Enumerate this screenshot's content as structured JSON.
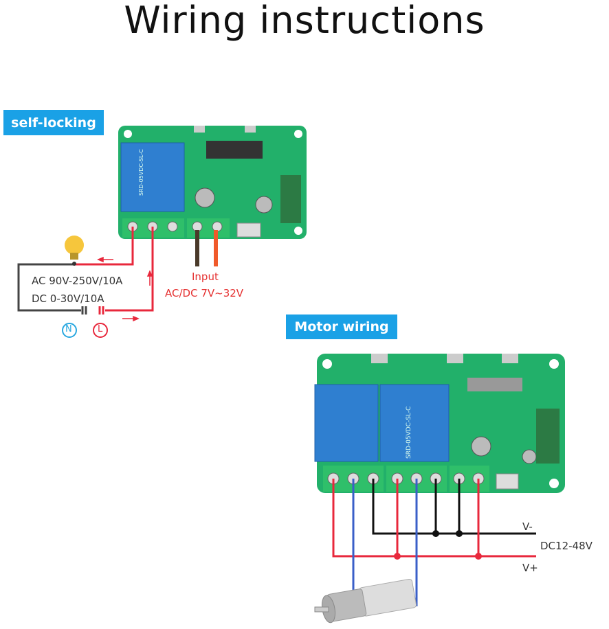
{
  "title": "Wiring instructions",
  "self_locking": {
    "badge": "self-locking",
    "load_rating_ac": "AC 90V-250V/10A",
    "load_rating_dc": "DC 0-30V/10A",
    "input_label": "Input",
    "input_rating": "AC/DC 7V~32V",
    "neutral_symbol": "N",
    "live_symbol": "L",
    "relay_text": "SRD-05VDC-SL-C"
  },
  "motor_wiring": {
    "badge": "Motor wiring",
    "v_minus": "V-",
    "supply": "DC12-48V",
    "v_plus": "V+",
    "relay_text": "SRD-05VDC-SL-C"
  },
  "colors": {
    "badge": "#1aa1e6",
    "live_wire": "#e8283c",
    "neutral_wire": "#333333",
    "motor_wire": "#3a5fc8",
    "board": "#22b06a",
    "relay": "#2f7fd0"
  }
}
